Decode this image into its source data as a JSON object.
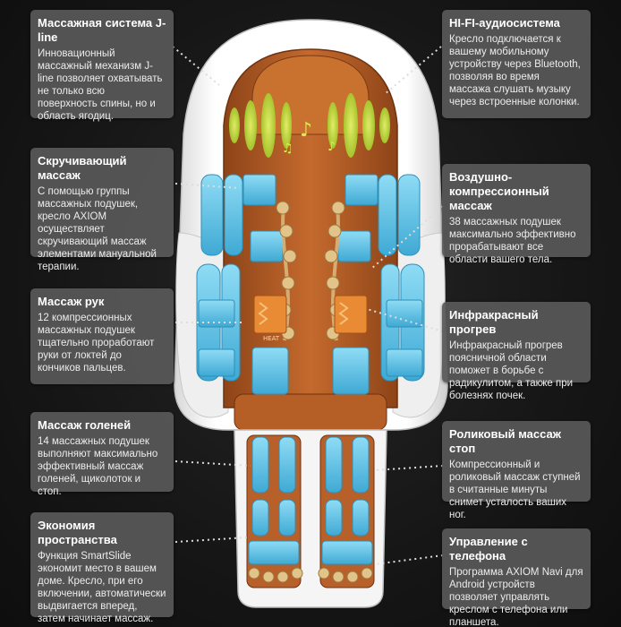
{
  "cards": {
    "jline": {
      "title": "Массажная система J-line",
      "text": "Инновационный массажный механизм J-line позволяет охватывать не только всю поверхность спины, но и область ягодиц."
    },
    "twist": {
      "title": "Скручивающий массаж",
      "text": "С помощью группы массажных подушек, кресло AXIOM осуществляет скручивающий массаж элементами мануальной терапии."
    },
    "arms": {
      "title": "Массаж рук",
      "text": "12 компрессионных массажных подушек тщательно проработают руки от локтей до кончиков пальцев."
    },
    "legs": {
      "title": "Массаж голеней",
      "text": "14 массажных подушек выполняют максимально эффективный массаж голеней, щиколоток и стоп."
    },
    "space": {
      "title": "Экономия пространства",
      "text": "Функция SmartSlide экономит место в вашем доме. Кресло, при его включении, автоматически выдвигается вперед, затем начинает массаж."
    },
    "hifi": {
      "title": "HI-FI-аудиосистема",
      "text": "Кресло подключается к вашему мобильному устройству через Bluetooth, позволяя во время массажа слушать музыку через встроенные колонки."
    },
    "air": {
      "title": "Воздушно-компрессионный массаж",
      "text": "38 массажных подушек максимально эффективно прорабатывают все области вашего тела."
    },
    "infrared": {
      "title": "Инфракрасный прогрев",
      "text": "Инфракрасный прогрев поясничной области поможет в борьбе с радикулитом, а также при болезнях почек."
    },
    "roller": {
      "title": "Роликовый массаж стоп",
      "text": "Компрессионный и роликовый массаж ступней в считанные минуты снимет усталость ваших ног."
    },
    "phone": {
      "title": "Управление с телефона",
      "text": "Программа AXIOM Navi для Android устройств позволяет управлять креслом с телефона или планшета."
    }
  },
  "chair": {
    "headrest_label": "",
    "heat_label": "HEAT"
  },
  "colors": {
    "card_bg": "#595959",
    "leather": "#b8602a",
    "airbag": "#5fc4e6",
    "shell": "#f2f2f2",
    "audio_wave": "#c8e04a",
    "roller": "#d9b57a"
  }
}
